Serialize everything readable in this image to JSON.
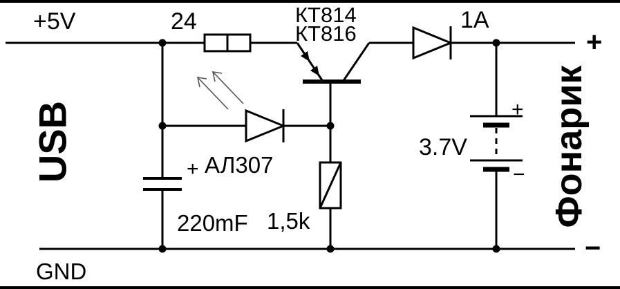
{
  "diagram": {
    "colors": {
      "accent": "#1f1fd0",
      "line": "#000000",
      "background": "#ffffff"
    },
    "rails": {
      "supply": "+5V",
      "ground": "GND",
      "positive": "+",
      "negative": "−"
    },
    "ports": {
      "input": "USB",
      "output": "Фонарик"
    },
    "components": {
      "series_resistor": {
        "value": "24"
      },
      "transistor": {
        "model_1": "КТ814",
        "model_2": "КТ816"
      },
      "output_diode": {
        "rating": "1A"
      },
      "led": {
        "model": "АЛ307"
      },
      "filter_capacitor": {
        "value": "220mF",
        "polarity": "+"
      },
      "base_resistor": {
        "value": "1,5k"
      },
      "battery": {
        "voltage": "3.7V",
        "plus": "+",
        "minus": "−"
      }
    }
  }
}
